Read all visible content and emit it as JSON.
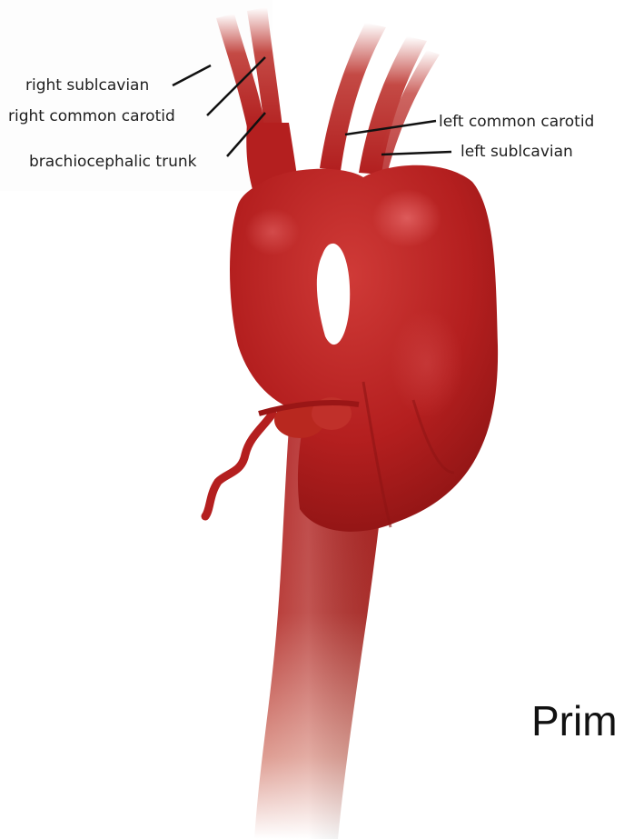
{
  "labels": {
    "right_subclavian": "right sublcavian",
    "right_common_carotid": "right common carotid",
    "brachiocephalic_trunk": "brachiocephalic trunk",
    "left_common_carotid": "left common carotid",
    "left_subclavian": "left sublcavian"
  },
  "partial_title": "Prim",
  "colors": {
    "vessel": "#b4201f",
    "vessel_dark": "#8f1414",
    "vessel_highlight": "#d84343",
    "leader_line": "#111111"
  }
}
